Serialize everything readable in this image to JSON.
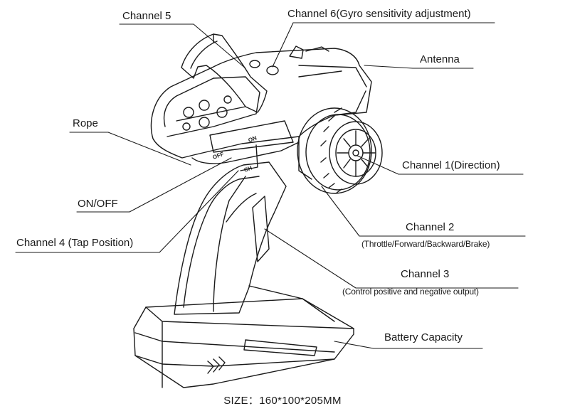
{
  "callouts": {
    "channel5": "Channel 5",
    "channel6": "Channel 6(Gyro sensitivity adjustment)",
    "antenna": "Antenna",
    "rope": "Rope",
    "channel1": "Channel 1(Direction)",
    "onoff": "ON/OFF",
    "channel2": "Channel 2",
    "channel2_sub": "(Throttle/Forward/Backward/Brake)",
    "channel4": "Channel 4 (Tap Position)",
    "channel3": "Channel 3",
    "channel3_sub": "(Control positive and negative output)",
    "battery": "Battery Capacity"
  },
  "device_marks": {
    "off": "OFF",
    "on": "ON",
    "ch": "CH"
  },
  "footer": {
    "size": "SIZE：160*100*205MM"
  }
}
